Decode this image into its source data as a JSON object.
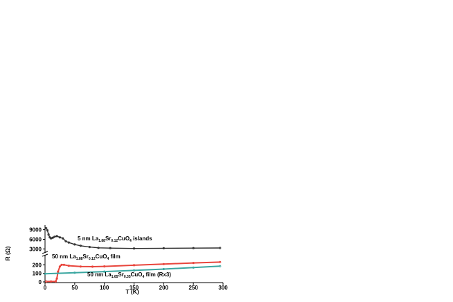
{
  "chart_data": {
    "type": "line",
    "xlabel": "T (K)",
    "ylabel": "R (Ω)",
    "x_ticks": [
      "0",
      "50",
      "100",
      "150",
      "200",
      "250",
      "300"
    ],
    "upper_panel": {
      "ylim": [
        2000,
        10000
      ],
      "y_ticks": [
        "3000",
        "6000",
        "9000"
      ]
    },
    "lower_panel": {
      "ylim": [
        0,
        300
      ],
      "y_ticks": [
        "0",
        "100",
        "200"
      ]
    },
    "series": [
      {
        "color": "#2b2b2b",
        "panel": "upper",
        "label": {
          "pre": "5 nm La",
          "sub1": "1.88",
          "mid": "Sr",
          "sub2": "0.12",
          "post": "CuO",
          "sub3": "4",
          "end": " islands"
        },
        "x": [
          2,
          4,
          6,
          8,
          10,
          13,
          16,
          20,
          25,
          30,
          35,
          40,
          50,
          60,
          75,
          90,
          110,
          150,
          200,
          250,
          295
        ],
        "y": [
          9500,
          8800,
          7500,
          6600,
          6300,
          6500,
          6800,
          7000,
          6600,
          6300,
          5400,
          5000,
          4400,
          4000,
          3600,
          3350,
          3250,
          3150,
          3200,
          3250,
          3300
        ]
      },
      {
        "color": "#e8453c",
        "panel": "lower",
        "label": {
          "pre": "50 nm La",
          "sub1": "1.88",
          "mid": "Sr",
          "sub2": "0.12",
          "post": "CuO",
          "sub3": "4",
          "end": " film"
        },
        "x": [
          2,
          10,
          18,
          20,
          22,
          25,
          28,
          32,
          40,
          60,
          80,
          100,
          150,
          200,
          250,
          295
        ],
        "y": [
          5,
          5,
          5,
          40,
          120,
          180,
          200,
          200,
          190,
          180,
          178,
          182,
          195,
          208,
          222,
          232
        ]
      },
      {
        "color": "#3aa6a0",
        "panel": "lower",
        "label": {
          "pre": "50 nm La",
          "sub1": "1.65",
          "mid": "Sr",
          "sub2": "0.35",
          "post": "CuO",
          "sub3": "4",
          "end": " film (Rx3)"
        },
        "x": [
          0,
          50,
          100,
          150,
          200,
          250,
          295
        ],
        "y": [
          95,
          108,
          121,
          135,
          150,
          168,
          185
        ]
      }
    ]
  }
}
